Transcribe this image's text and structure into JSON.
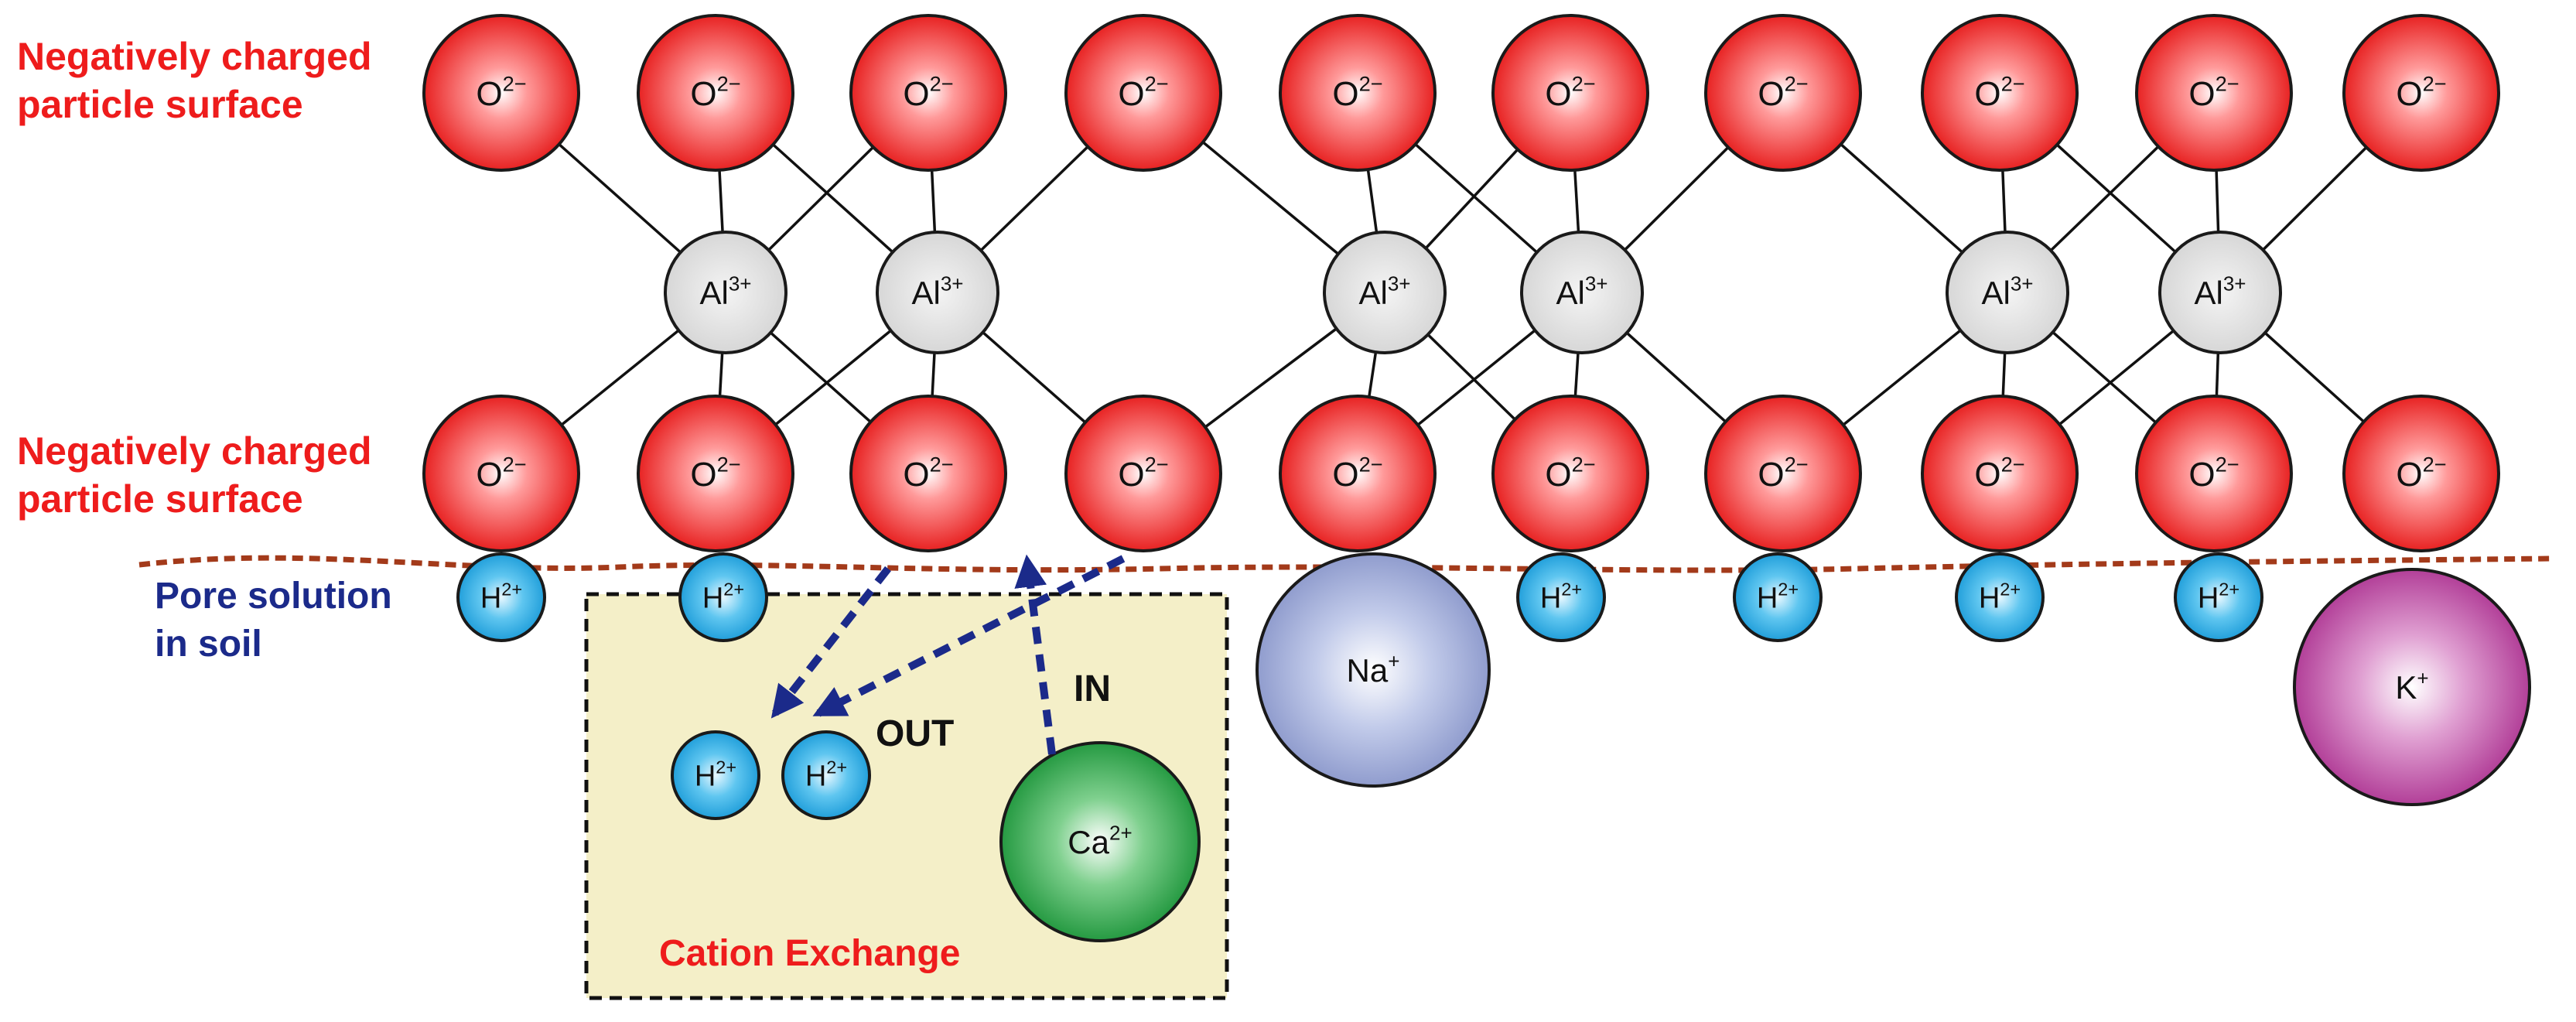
{
  "labels": {
    "surface_top_line1": "Negatively charged",
    "surface_top_line2": "particle surface",
    "surface_bottom_line1": "Negatively charged",
    "surface_bottom_line2": "particle surface",
    "pore_line1": "Pore solution",
    "pore_line2": "in soil",
    "out": "OUT",
    "in": "IN",
    "cation_exchange": "Cation Exchange"
  },
  "ions": {
    "oxygen": {
      "base": "O",
      "charge": "2−"
    },
    "aluminum": {
      "base": "Al",
      "charge": "3+"
    },
    "hydrogen": {
      "base": "H",
      "charge": "2+"
    },
    "sodium": {
      "base": "Na",
      "charge": "+"
    },
    "potassium": {
      "base": "K",
      "charge": "+"
    },
    "calcium": {
      "base": "Ca",
      "charge": "2+"
    }
  },
  "colors": {
    "oxygen": "#ee1c1c",
    "aluminum": "#dcdcdc",
    "hydrogen": "#1aa6e0",
    "sodium": "#8f9fcf",
    "potassium": "#b23a96",
    "calcium": "#1f9e3c",
    "exchange_box": "#f4efc8",
    "pore_line": "#a33a1a",
    "arrow": "#1b2a8a"
  }
}
